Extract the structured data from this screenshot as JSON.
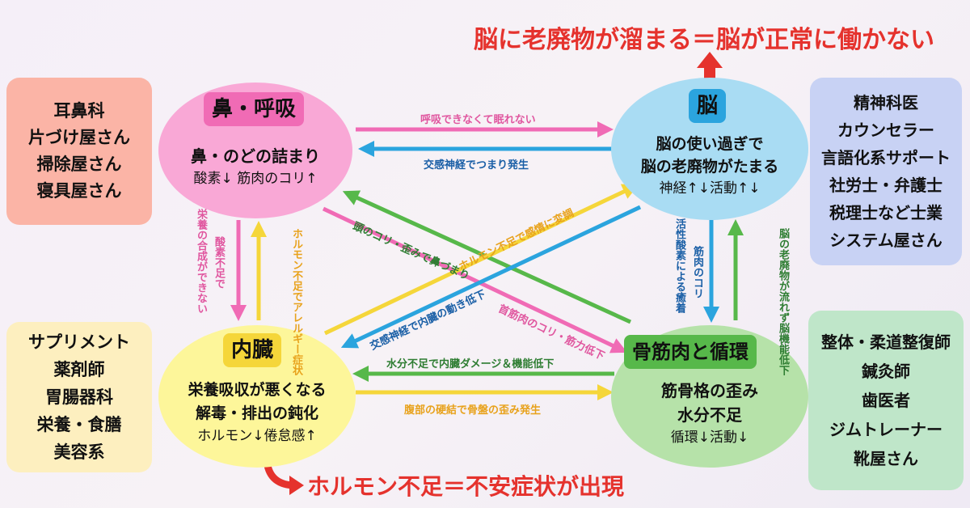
{
  "headline_top": "脳に老廃物が溜まる＝脳が正常に働かない",
  "headline_bottom": "ホルモン不足＝不安症状が出現",
  "colors": {
    "pink": "#f06bb5",
    "blue": "#2ba4de",
    "green": "#57b84a",
    "yellow": "#f5d63a",
    "red": "#e5322d"
  },
  "side_boxes": {
    "top_left": [
      "耳鼻科",
      "片づけ屋さん",
      "掃除屋さん",
      "寝具屋さん"
    ],
    "bottom_left": [
      "サプリメント",
      "薬剤師",
      "胃腸器科",
      "栄養・食膳",
      "美容系"
    ],
    "top_right": [
      "精神科医",
      "カウンセラー",
      "言語化系サポート",
      "社労士・弁護士",
      "税理士など士業",
      "システム屋さん"
    ],
    "bottom_right": [
      "整体・柔道整復師",
      "鍼灸師",
      "歯医者",
      "ジムトレーナー",
      "靴屋さん"
    ]
  },
  "nodes": {
    "nose": {
      "title": "鼻・呼吸",
      "line1": "鼻・のどの詰まり",
      "line2": "酸素↓ 筋肉のコリ↑"
    },
    "brain": {
      "title": "脳",
      "line1": "脳の使い過ぎで",
      "line2": "脳の老廃物がたまる",
      "line3": "神経↑↓活動↑↓"
    },
    "organs": {
      "title": "内臓",
      "line1": "栄養吸収が悪くなる",
      "line2": "解毒・排出の鈍化",
      "line3": "ホルモン↓倦怠感↑"
    },
    "muscle": {
      "title": "骨筋肉と循環",
      "line1": "筋骨格の歪み",
      "line2": "水分不足",
      "line3": "循環↓活動↓"
    }
  },
  "edge_labels": {
    "nose_to_brain": "呼吸できなくて眠れない",
    "brain_to_nose": "交感神経でつまり発生",
    "muscle_to_nose": "頭のコリ・歪みで鼻づまり",
    "organs_to_brain": "ホルモン不足で感情に変調",
    "brain_to_organs": "交感神経で内臓の動き低下",
    "nose_to_muscle": "首筋肉のコリ・筋力低下",
    "muscle_to_organs": "水分不足で内臓ダメージ＆機能低下",
    "organs_to_muscle": "腹部の硬結で骨盤の歪み発生",
    "nose_to_organs_a": "栄養の合成ができない",
    "nose_to_organs_b": "酸素不足で",
    "organs_to_nose": "ホルモン不足でアレルギー症状",
    "brain_to_muscle_a": "活性酸素による癒着",
    "brain_to_muscle_b": "筋肉のコリ",
    "muscle_to_brain": "脳の老廃物が流れず脳機能低下"
  }
}
